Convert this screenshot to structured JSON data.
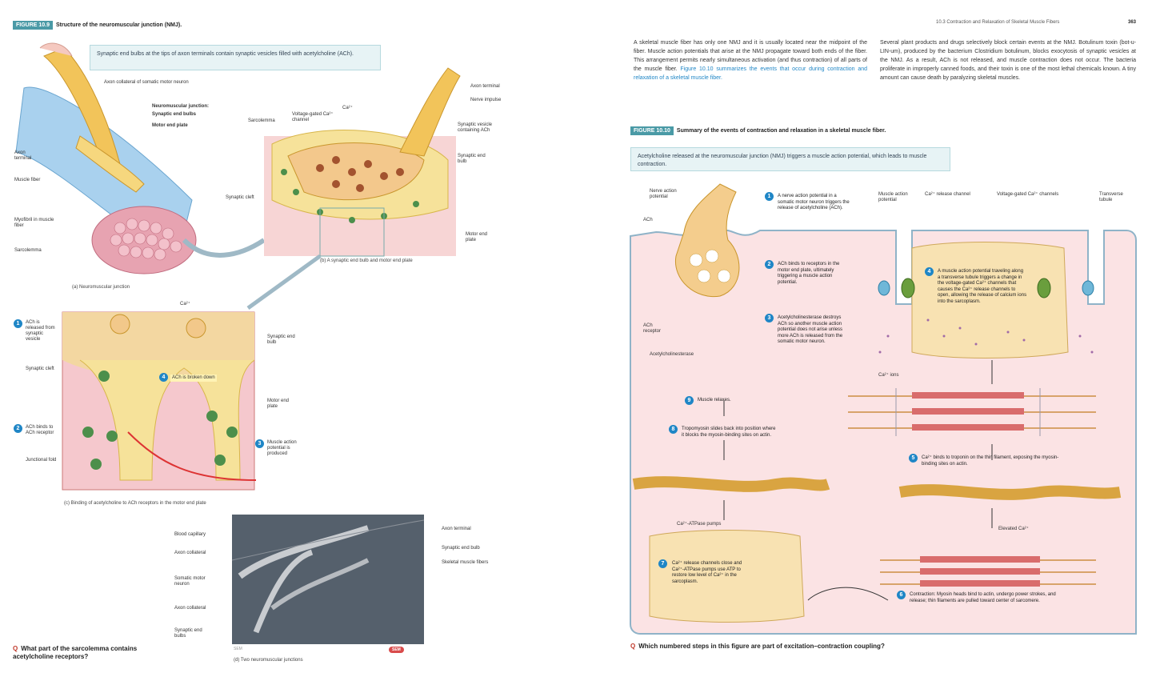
{
  "left": {
    "fig_tag": "FIGURE 10.9",
    "fig_title": "Structure of the neuromuscular junction (NMJ).",
    "intro": "Synaptic end bulbs at the tips of axon terminals contain synaptic vesicles filled with acetylcholine (ACh).",
    "panel_a": {
      "labels": [
        "Axon collateral of somatic motor neuron",
        "Neuromuscular junction:",
        "Synaptic end bulbs",
        "Motor end plate",
        "Axon terminal",
        "Muscle fiber",
        "Myofibril in muscle fiber",
        "Sarcolemma"
      ],
      "caption": "(a) Neuromuscular junction"
    },
    "panel_b": {
      "labels": [
        "Sarcolemma",
        "Voltage-gated Ca²⁺ channel",
        "Ca²⁺",
        "Axon terminal",
        "Nerve impulse",
        "Synaptic vesicle containing ACh",
        "Synaptic end bulb",
        "Synaptic cleft",
        "Motor end plate"
      ],
      "caption": "(b) A synaptic end bulb and motor end plate"
    },
    "panel_c": {
      "ca_label": "Ca²⁺",
      "left_labels": [
        "ACh is released from synaptic vesicle",
        "Synaptic cleft",
        "ACh binds to ACh receptor",
        "Junctional fold"
      ],
      "right_labels": [
        "Synaptic end bulb",
        "Motor end plate",
        "Muscle action potential is produced"
      ],
      "center_label": "ACh is broken down",
      "step_numbers": [
        "1",
        "2",
        "3",
        "4"
      ],
      "caption": "(c) Binding of acetylcholine to ACh receptors in the motor end plate"
    },
    "panel_d": {
      "left_labels": [
        "Blood capillary",
        "Axon collateral",
        "Somatic motor neuron",
        "Axon collateral",
        "Synaptic end bulbs"
      ],
      "right_labels": [
        "Axon terminal",
        "Synaptic end bulb",
        "Skeletal muscle fibers"
      ],
      "micro_credit": "SEM",
      "scale_badge": "SEM",
      "caption": "(d) Two neuromuscular junctions"
    },
    "question": "What part of the sarcolemma contains acetylcholine receptors?"
  },
  "right": {
    "running_head": "10.3 Contraction and Relaxation of Skeletal Muscle Fibers",
    "page_number": "363",
    "col1": "A skeletal muscle fiber has only one NMJ and it is usually located near the midpoint of the fiber. Muscle action potentials that arise at the NMJ propagate toward both ends of the fiber. This arrangement permits nearly simultaneous activation (and thus contraction) of all parts of the muscle fiber.",
    "col1_link": "Figure 10.10 summarizes the events that occur during contraction and relaxation of a skeletal muscle fiber.",
    "col2": "Several plant products and drugs selectively block certain events at the NMJ. Botulinum toxin (bot-u-LIN-um), produced by the bacterium Clostridium botulinum, blocks exocytosis of synaptic vesicles at the NMJ. As a result, ACh is not released, and muscle contraction does not occur. The bacteria proliferate in improperly canned foods, and their toxin is one of the most lethal chemicals known. A tiny amount can cause death by paralyzing skeletal muscles.",
    "fig_tag": "FIGURE 10.10",
    "fig_title": "Summary of the events of contraction and relaxation in a skeletal muscle fiber.",
    "intro": "Acetylcholine released at the neuromuscular junction (NMJ) triggers a muscle action potential, which leads to muscle contraction.",
    "top_labels": [
      "Nerve action potential",
      "Muscle action potential",
      "Ca²⁺ release channel",
      "Voltage-gated Ca²⁺ channels",
      "Transverse tubule"
    ],
    "side_labels": [
      "ACh",
      "ACh receptor",
      "Acetylcholinesterase",
      "Ca²⁺ ions",
      "Elevated Ca²⁺",
      "Ca²⁺-ATPase pumps"
    ],
    "steps": [
      {
        "n": "1",
        "text": "A nerve action potential in a somatic motor neuron triggers the release of acetylcholine (ACh)."
      },
      {
        "n": "2",
        "text": "ACh binds to receptors in the motor end plate, ultimately triggering a muscle action potential."
      },
      {
        "n": "3",
        "text": "Acetylcholinesterase destroys ACh so another muscle action potential does not arise unless more ACh is released from the somatic motor neuron."
      },
      {
        "n": "4",
        "text": "A muscle action potential traveling along a transverse tubule triggers a change in the voltage-gated Ca²⁺ channels that causes the Ca²⁺ release channels to open, allowing the release of calcium ions into the sarcoplasm."
      },
      {
        "n": "5",
        "text": "Ca²⁺ binds to troponin on the thin filament, exposing the myosin-binding sites on actin."
      },
      {
        "n": "6",
        "text": "Contraction: Myosin heads bind to actin, undergo power strokes, and release; thin filaments are pulled toward center of sarcomere."
      },
      {
        "n": "7",
        "text": "Ca²⁺ release channels close and Ca²⁺-ATPase pumps use ATP to restore low level of Ca²⁺ in the sarcoplasm."
      },
      {
        "n": "8",
        "text": "Tropomyosin slides back into position where it blocks the myosin-binding sites on actin."
      },
      {
        "n": "9",
        "text": "Muscle relaxes."
      }
    ],
    "question": "Which numbered steps in this figure are part of excitation–contraction coupling?"
  }
}
